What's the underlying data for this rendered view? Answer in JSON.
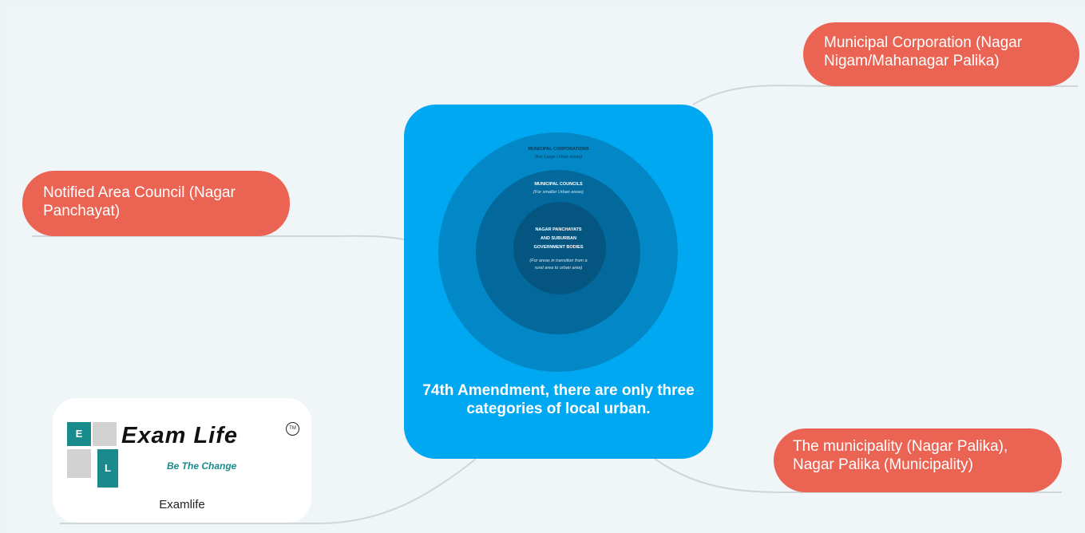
{
  "central_topic": {
    "title": "74th Amendment, there are only three categories of local urban.",
    "diagram": {
      "outer": {
        "title": "MUNICIPAL CORPORATIONS",
        "subtitle": "(For Large Urban areas)"
      },
      "middle": {
        "title": "MUNICIPAL COUNCILS",
        "subtitle": "(For smaller Urban areas)"
      },
      "inner": {
        "title_lines": [
          "NAGAR PANCHAYATS",
          "AND SUBURBAN",
          "GOVERNMENT BODIES"
        ],
        "subtitle_lines": [
          "(For areas in transition from a",
          "rural area to urban area)"
        ]
      }
    }
  },
  "branches": {
    "municipal_corporation": "Municipal Corporation (Nagar Nigam/Mahanagar Palika)",
    "notified_area_council": "Notified Area Council (Nagar Panchayat)",
    "municipality": "The municipality (Nagar Palika), Nagar Palika (Municipality)"
  },
  "logo": {
    "letter_top": "E",
    "letter_bottom": "L",
    "brand": "Exam Life",
    "tagline": "Be The Change",
    "trademark": "TM",
    "caption": "Examlife"
  },
  "colors": {
    "background": "#f0f5f7",
    "central": "#00a8f2",
    "branch": "#ea6353",
    "connector": "#cfd6da",
    "logo_teal": "#1a8b8c"
  }
}
